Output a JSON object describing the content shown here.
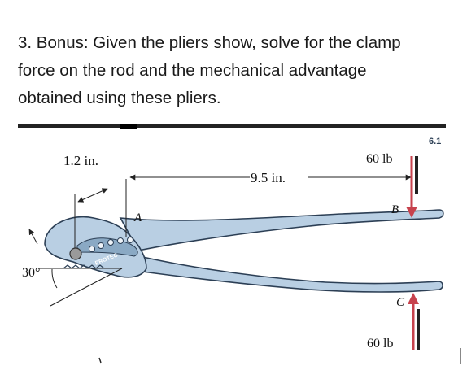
{
  "question": {
    "line1": "3. Bonus:  Given the pliers show, solve for the clamp",
    "line2": "force on the rod and the mechanical advantage",
    "line3": "obtained using these pliers."
  },
  "figure": {
    "ref_tag": "6.1",
    "dim_short": "1.2 in.",
    "dim_long": "9.5 in.",
    "force_top": "60 lb",
    "force_bottom": "60 lb",
    "point_a": "A",
    "point_b": "B",
    "point_c": "C",
    "angle": "30°",
    "brand": "PROTEC",
    "colors": {
      "handle": "#b9cfe3",
      "handle_stroke": "#2c3f55",
      "arrow": "#c7424d",
      "dark_bar": "#222222"
    }
  }
}
